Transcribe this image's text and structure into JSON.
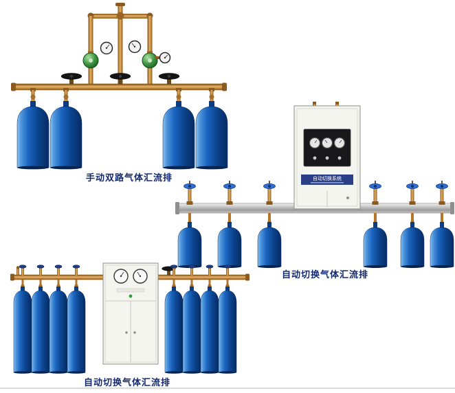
{
  "colors": {
    "caption_text": "#142a6e",
    "cylinder_blue_dark": "#083068",
    "cylinder_blue_light": "#8fc3ee",
    "brass_pipe": "#e9b264",
    "rail_gray": "#bcbcbc",
    "cabinet_white": "#f5f5f0",
    "panel_strip_blue": "#2a3f85",
    "regulator_green": "#3d9440"
  },
  "products": [
    {
      "name": "manual-dual-gas-manifold",
      "caption": "手动双路气体汇流排",
      "cylinders": 4,
      "gauges": 3,
      "hand_valves": 3
    },
    {
      "name": "auto-switch-gas-manifold",
      "caption": "自动切换气体汇流排",
      "cylinders": 6,
      "gauges": 3,
      "cabinet_panel_text": "自动切换系统"
    },
    {
      "name": "auto-switch-gas-manifold-2",
      "caption": "自动切换气体汇流排",
      "cylinders": 8,
      "gauges": 2
    }
  ]
}
